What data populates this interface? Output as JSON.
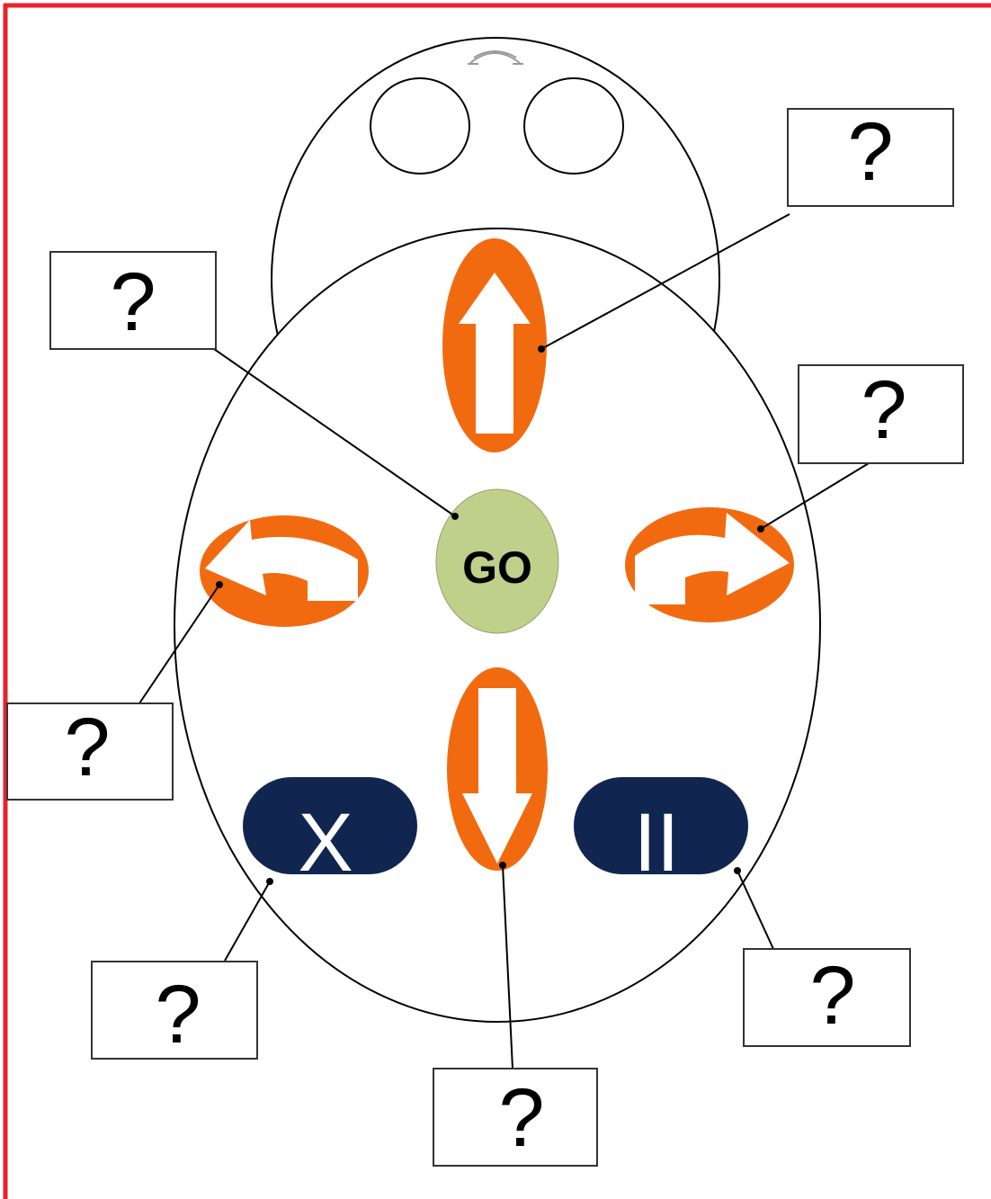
{
  "frame": {
    "border_color": "#e8232f"
  },
  "colors": {
    "orange": "#f26a10",
    "go_green": "#bfd08a",
    "navy": "#102651",
    "outline": "#000000",
    "box_border": "#333333",
    "white": "#ffffff"
  },
  "robot": {
    "go_label": "GO",
    "clear_label": "X",
    "pause_label": "II"
  },
  "callouts": {
    "forward": "?",
    "go": "?",
    "turn_right": "?",
    "turn_left": "?",
    "clear": "?",
    "backward": "?",
    "pause": "?"
  }
}
